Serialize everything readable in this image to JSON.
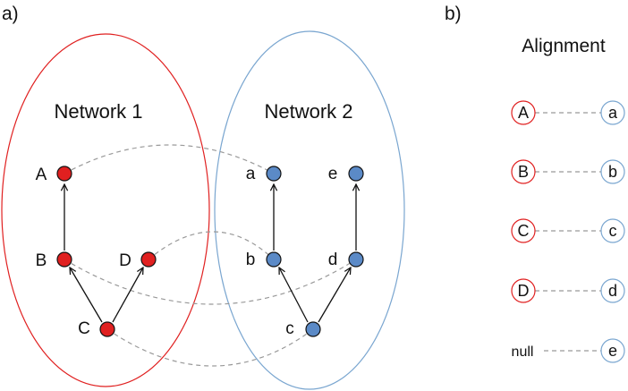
{
  "colors": {
    "network1": "#e02020",
    "network2": "#5b8ac7",
    "network2_outline": "#7aa6d0",
    "alignment_dash": "#999999",
    "text": "#111111"
  },
  "panels": {
    "a": "a)",
    "b": "b)"
  },
  "networks": [
    {
      "title": "Network 1",
      "color": "network1",
      "nodes": [
        "A",
        "B",
        "C",
        "D"
      ],
      "edges": [
        [
          "B",
          "A"
        ],
        [
          "C",
          "B"
        ],
        [
          "C",
          "D"
        ]
      ]
    },
    {
      "title": "Network 2",
      "color": "network2",
      "nodes": [
        "a",
        "b",
        "c",
        "d",
        "e"
      ],
      "edges": [
        [
          "b",
          "a"
        ],
        [
          "c",
          "b"
        ],
        [
          "c",
          "d"
        ],
        [
          "d",
          "e"
        ]
      ]
    }
  ],
  "cross_links": [
    [
      "A",
      "a"
    ],
    [
      "B",
      "d"
    ],
    [
      "D",
      "b"
    ],
    [
      "C",
      "c"
    ]
  ],
  "alignment": {
    "title": "Alignment",
    "pairs": [
      {
        "left": "A",
        "right": "a"
      },
      {
        "left": "B",
        "right": "b"
      },
      {
        "left": "C",
        "right": "c"
      },
      {
        "left": "D",
        "right": "d"
      },
      {
        "left": "null",
        "right": "e"
      }
    ]
  }
}
